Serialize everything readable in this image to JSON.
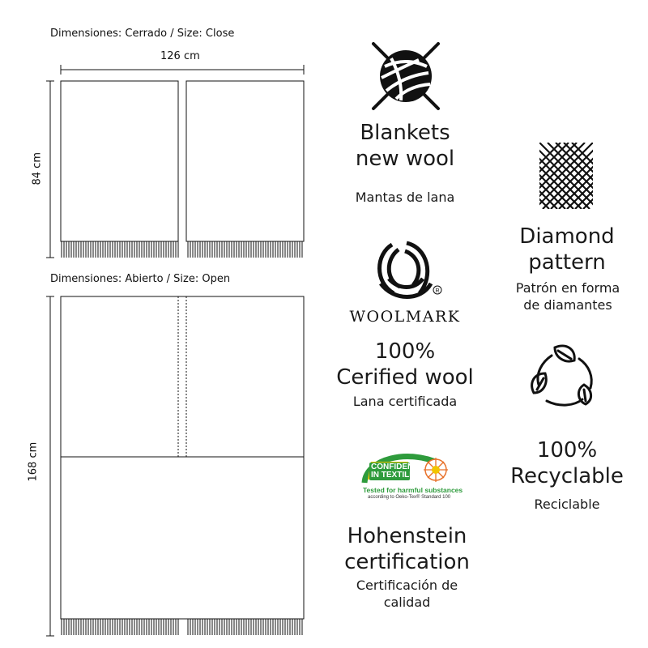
{
  "closed": {
    "title": "Dimensiones: Cerrado  /  Size: Close",
    "width_label": "126 cm",
    "height_label": "84 cm"
  },
  "open": {
    "title": "Dimensiones: Abierto  /  Size: Open",
    "height_label": "168 cm"
  },
  "features": {
    "wool": {
      "icon": "knitting-yarn-icon",
      "title_line1": "Blankets",
      "title_line2": "new wool",
      "subtitle": "Mantas de lana"
    },
    "diamond": {
      "icon": "diamond-pattern-icon",
      "title_line1": "Diamond",
      "title_line2": "pattern",
      "subtitle_line1": "Patrón en forma",
      "subtitle_line2": "de diamantes"
    },
    "woolmark": {
      "icon": "woolmark-logo-icon",
      "logo_text": "WOOLMARK",
      "title_line1": "100%",
      "title_line2": "Cerified wool",
      "subtitle": "Lana certificada"
    },
    "recycle": {
      "icon": "recycle-leaves-icon",
      "title_line1": "100%",
      "title_line2": "Recyclable",
      "subtitle": "Reciclable"
    },
    "hohenstein": {
      "icon": "oeko-tex-logo-icon",
      "logo_line1": "CONFIDENCE",
      "logo_line2": "IN TEXTILES",
      "logo_line3": "Tested for harmful substances",
      "logo_line4": "according to Oeko-Tex® Standard 100",
      "title_line1": "Hohenstein",
      "title_line2": "certification",
      "subtitle_line1": "Certificación de",
      "subtitle_line2": "calidad"
    }
  },
  "colors": {
    "ink": "#1a1a1a",
    "oeko_green": "#2e9b3c",
    "oeko_yellow": "#f2c500",
    "oeko_orange": "#e8712a"
  }
}
